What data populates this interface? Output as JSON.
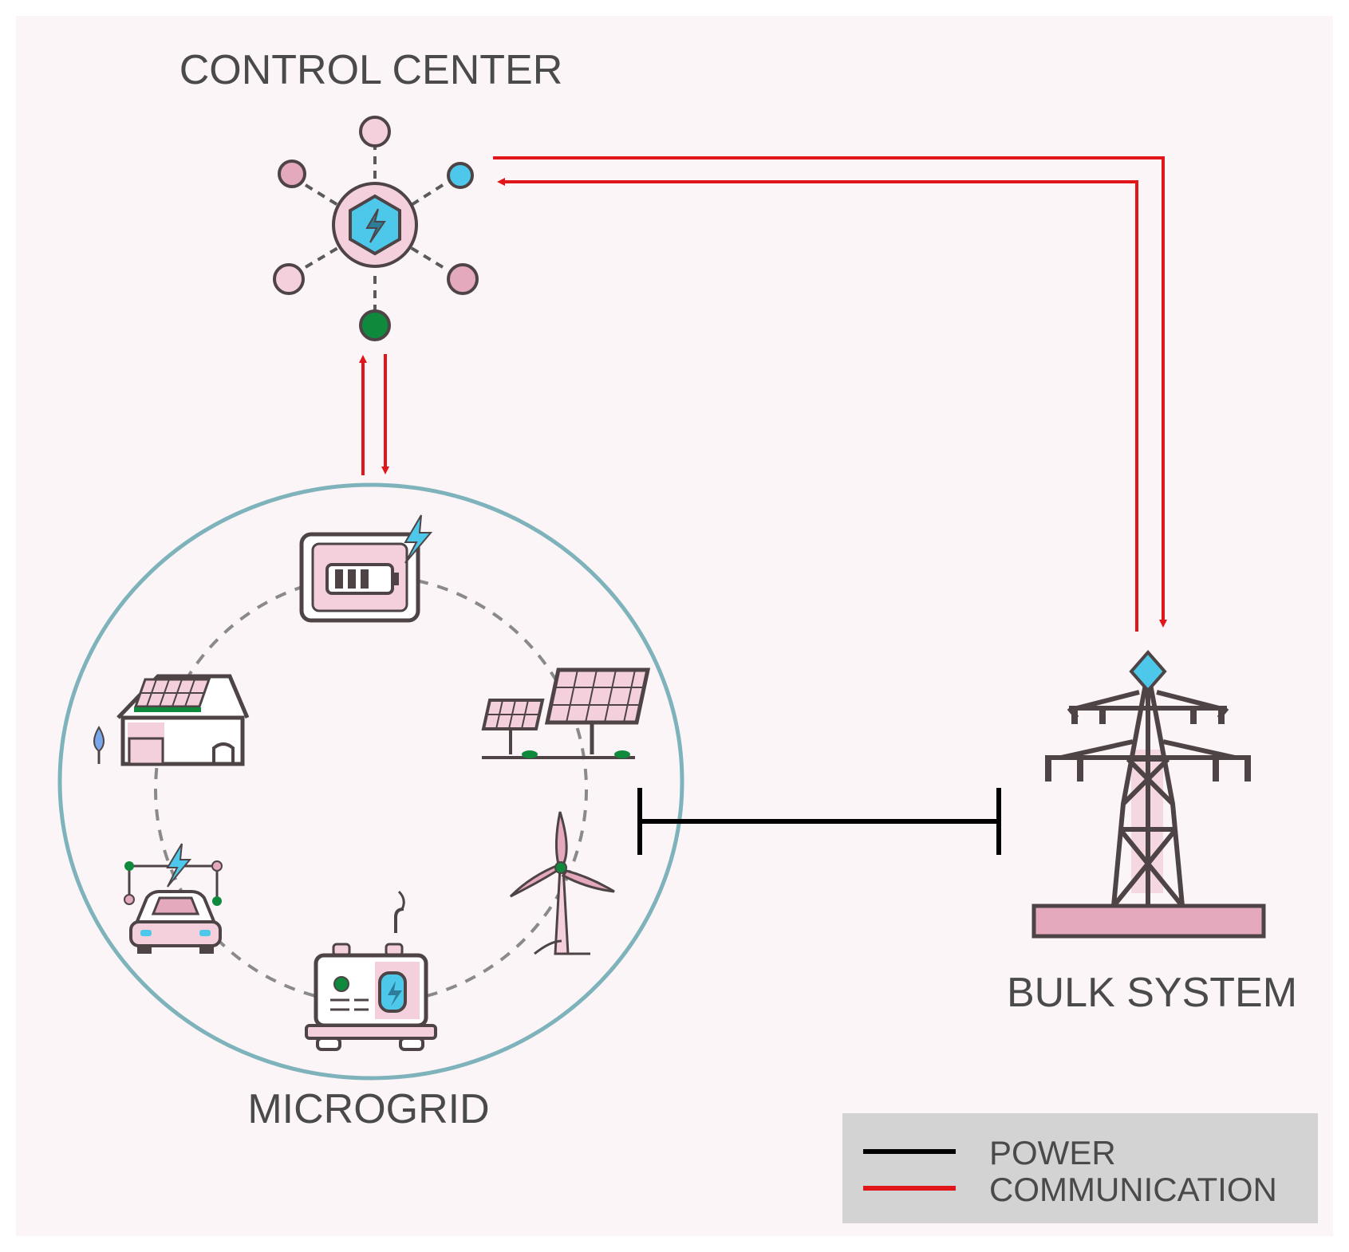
{
  "labels": {
    "control_center": "CONTROL CENTER",
    "microgrid": "MICROGRID",
    "bulk_system": "BULK SYSTEM"
  },
  "legend": {
    "power": "POWER",
    "communication": "COMMUNICATION"
  },
  "colors": {
    "background": "#fcf5f7",
    "communication": "#e0161b",
    "power": "#000000",
    "microgrid_ring": "#7fb3bb",
    "legend_box": "#d3d3d3",
    "accent_pink": "#e4a9bc",
    "accent_cyan": "#4dc8ea",
    "accent_green": "#0f8a3c",
    "outline": "#4e4446"
  },
  "icons": {
    "control_center": "network-hub-icon",
    "battery": "battery-storage-icon",
    "house": "solar-house-icon",
    "solar": "solar-panels-icon",
    "ev": "electric-vehicle-icon",
    "wind": "wind-turbine-icon",
    "generator": "generator-icon",
    "tower": "transmission-tower-icon"
  }
}
